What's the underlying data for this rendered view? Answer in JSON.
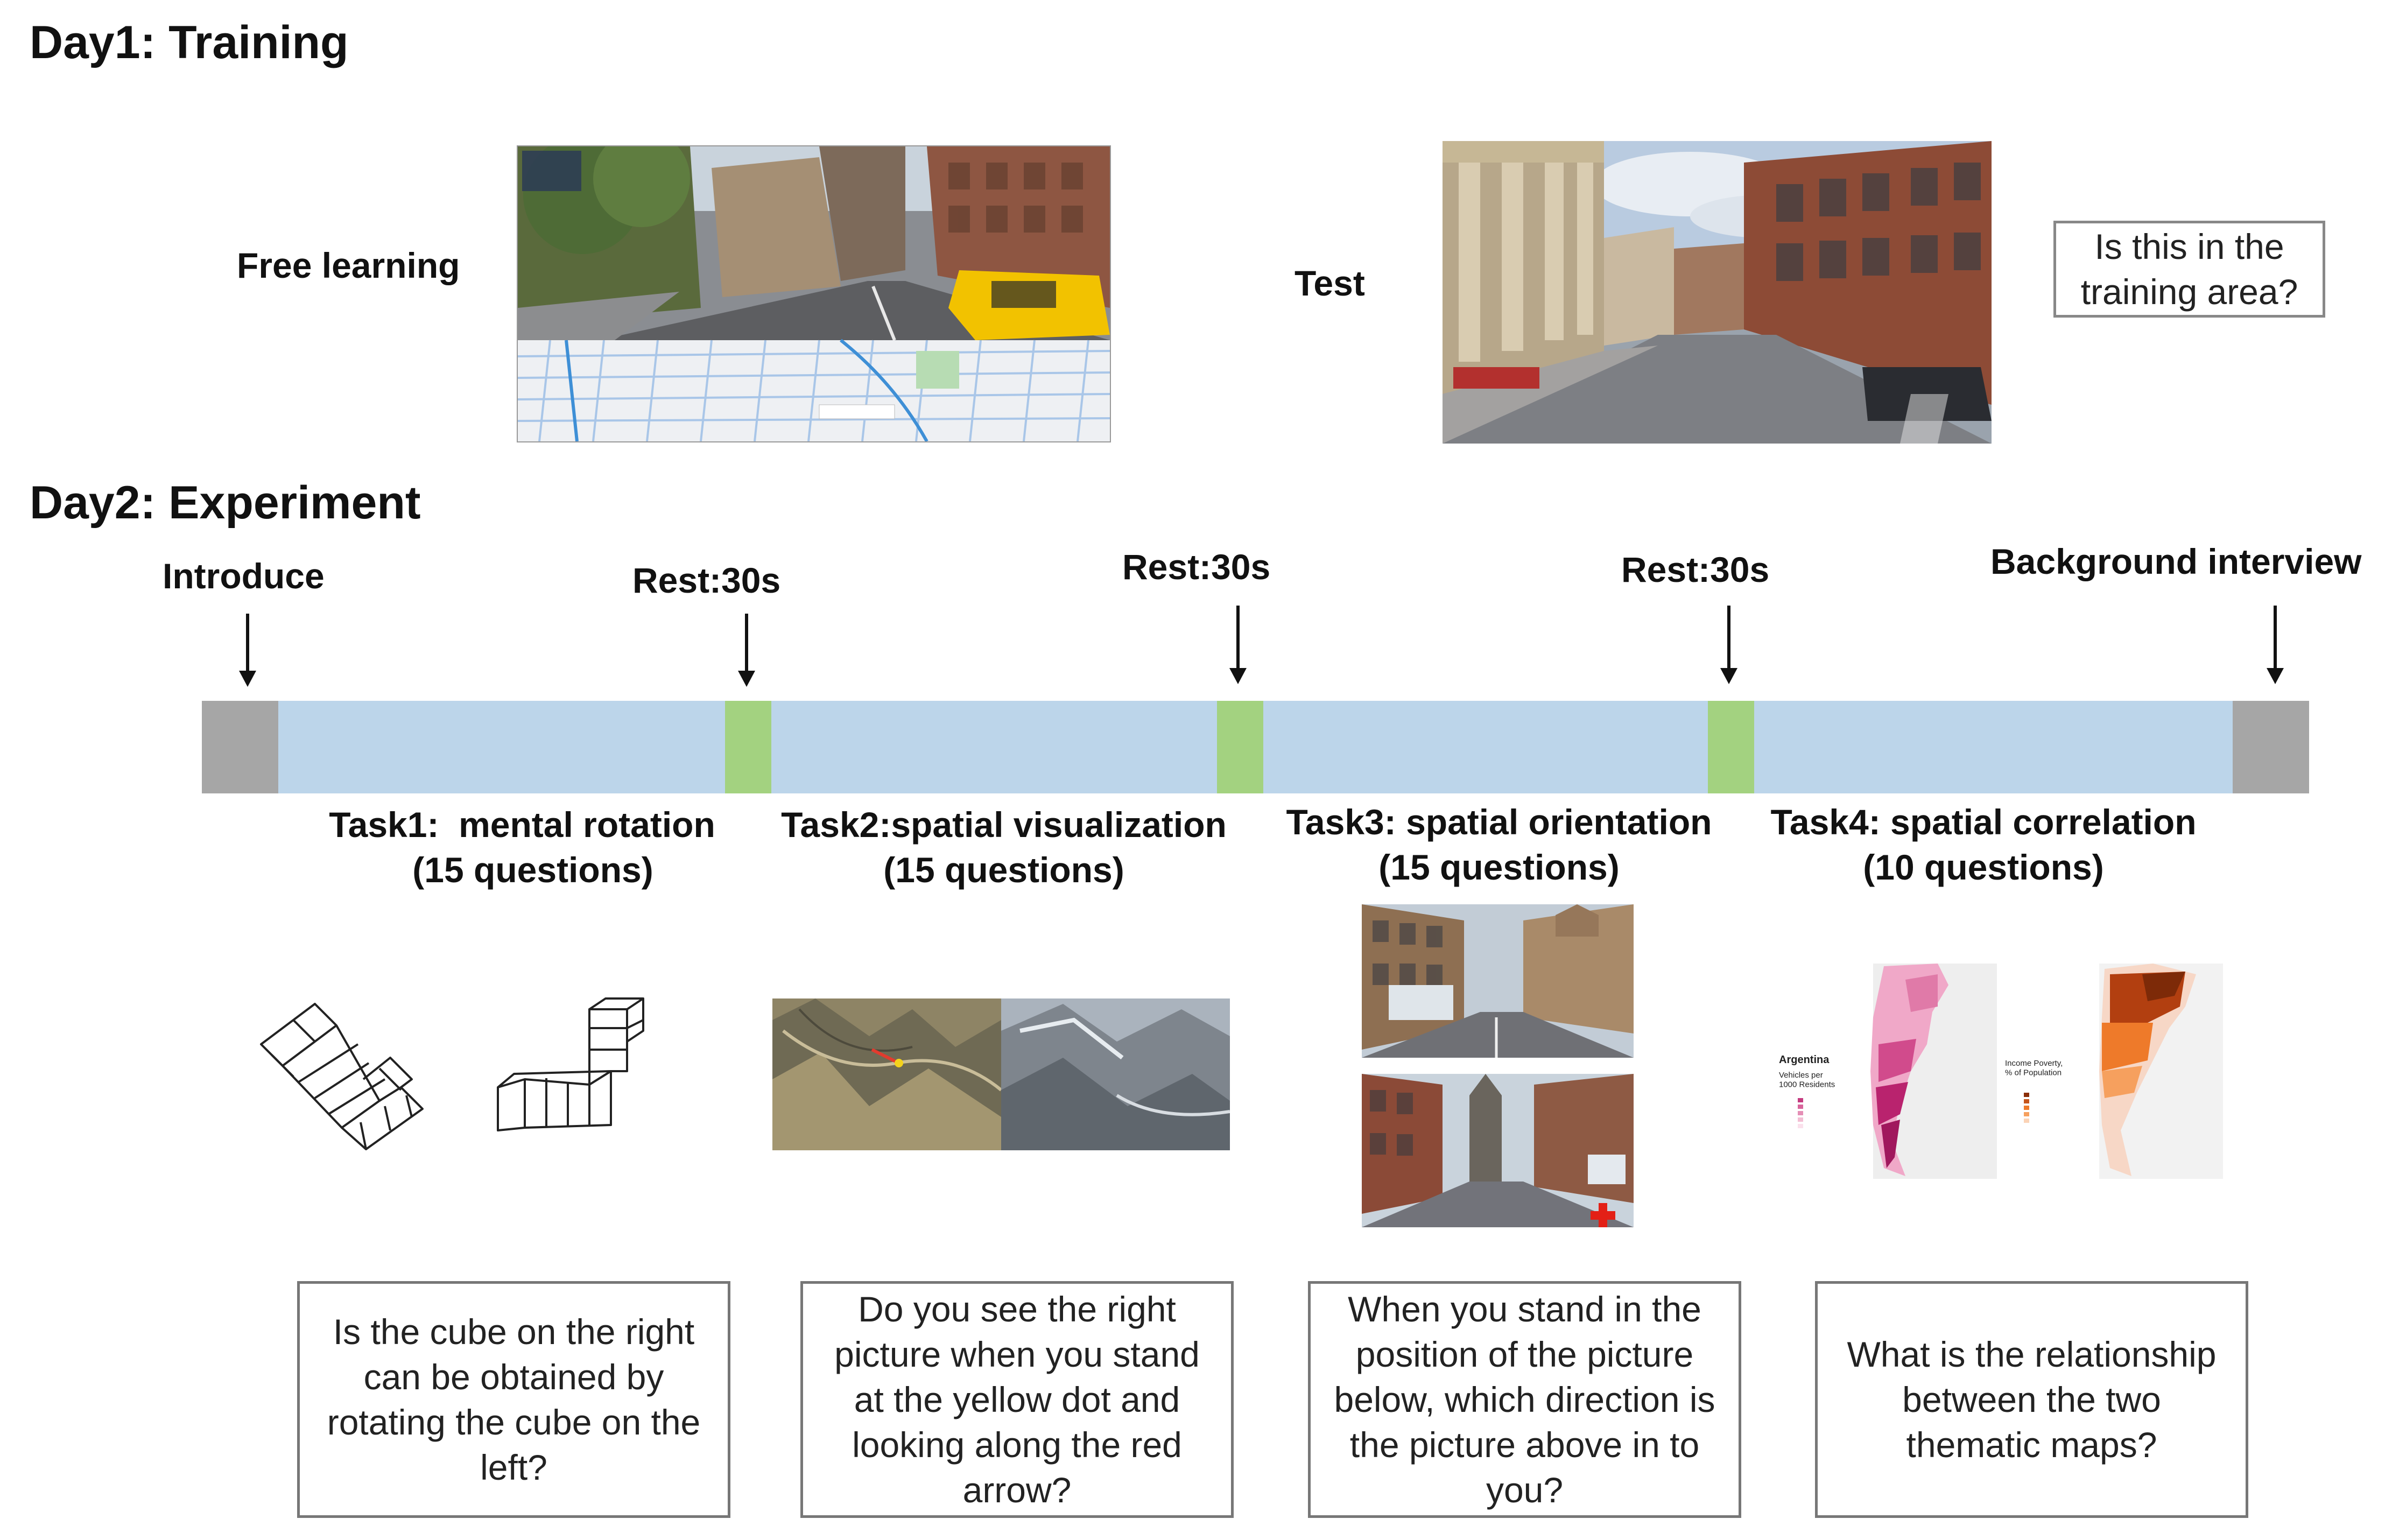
{
  "day1": {
    "title": "Day1: Training",
    "free_learning_label": "Free learning",
    "test_label": "Test",
    "test_question": "Is this in the\ntraining area?"
  },
  "day2": {
    "title": "Day2: Experiment",
    "markers": [
      {
        "label": "Introduce"
      },
      {
        "label": "Rest:30s"
      },
      {
        "label": "Rest:30s"
      },
      {
        "label": "Rest:30s"
      },
      {
        "label": "Background interview"
      }
    ],
    "timeline_colors": {
      "intro_outro": "#a6a6a6",
      "task": "#bcd5ea",
      "rest": "#a3d280"
    },
    "tasks": [
      {
        "name": "Task1:  mental rotation",
        "count": "(15 questions)",
        "question": "Is the cube on the right\ncan be obtained by\nrotating the cube on the\nleft?"
      },
      {
        "name": "Task2:spatial visualization",
        "count": "(15 questions)",
        "question": "Do you see the right\npicture when you stand\nat the yellow dot and\nlooking along the red\narrow?"
      },
      {
        "name": "Task3: spatial orientation",
        "count": "(15 questions)",
        "question": "When you stand in the\nposition of the picture\nbelow, which direction is\nthe picture above in to\nyou?"
      },
      {
        "name": "Task4: spatial correlation",
        "count": "(10 questions)",
        "question": "What is the relationship\nbetween the two\nthematic maps?"
      }
    ]
  },
  "images": {
    "free_learning": "street-view-with-map-screenshot",
    "test": "street-view-photo",
    "task1": "mental-rotation-cubes",
    "task2": "mountain-terrain-pair",
    "task3": "street-photo-pair",
    "task4": "argentina-thematic-maps"
  },
  "map_labels": {
    "left_title": "Argentina",
    "left_subtitle": "Vehicles  per\n1000 Residents",
    "right_title": "Income Poverty,\n% of Population"
  }
}
